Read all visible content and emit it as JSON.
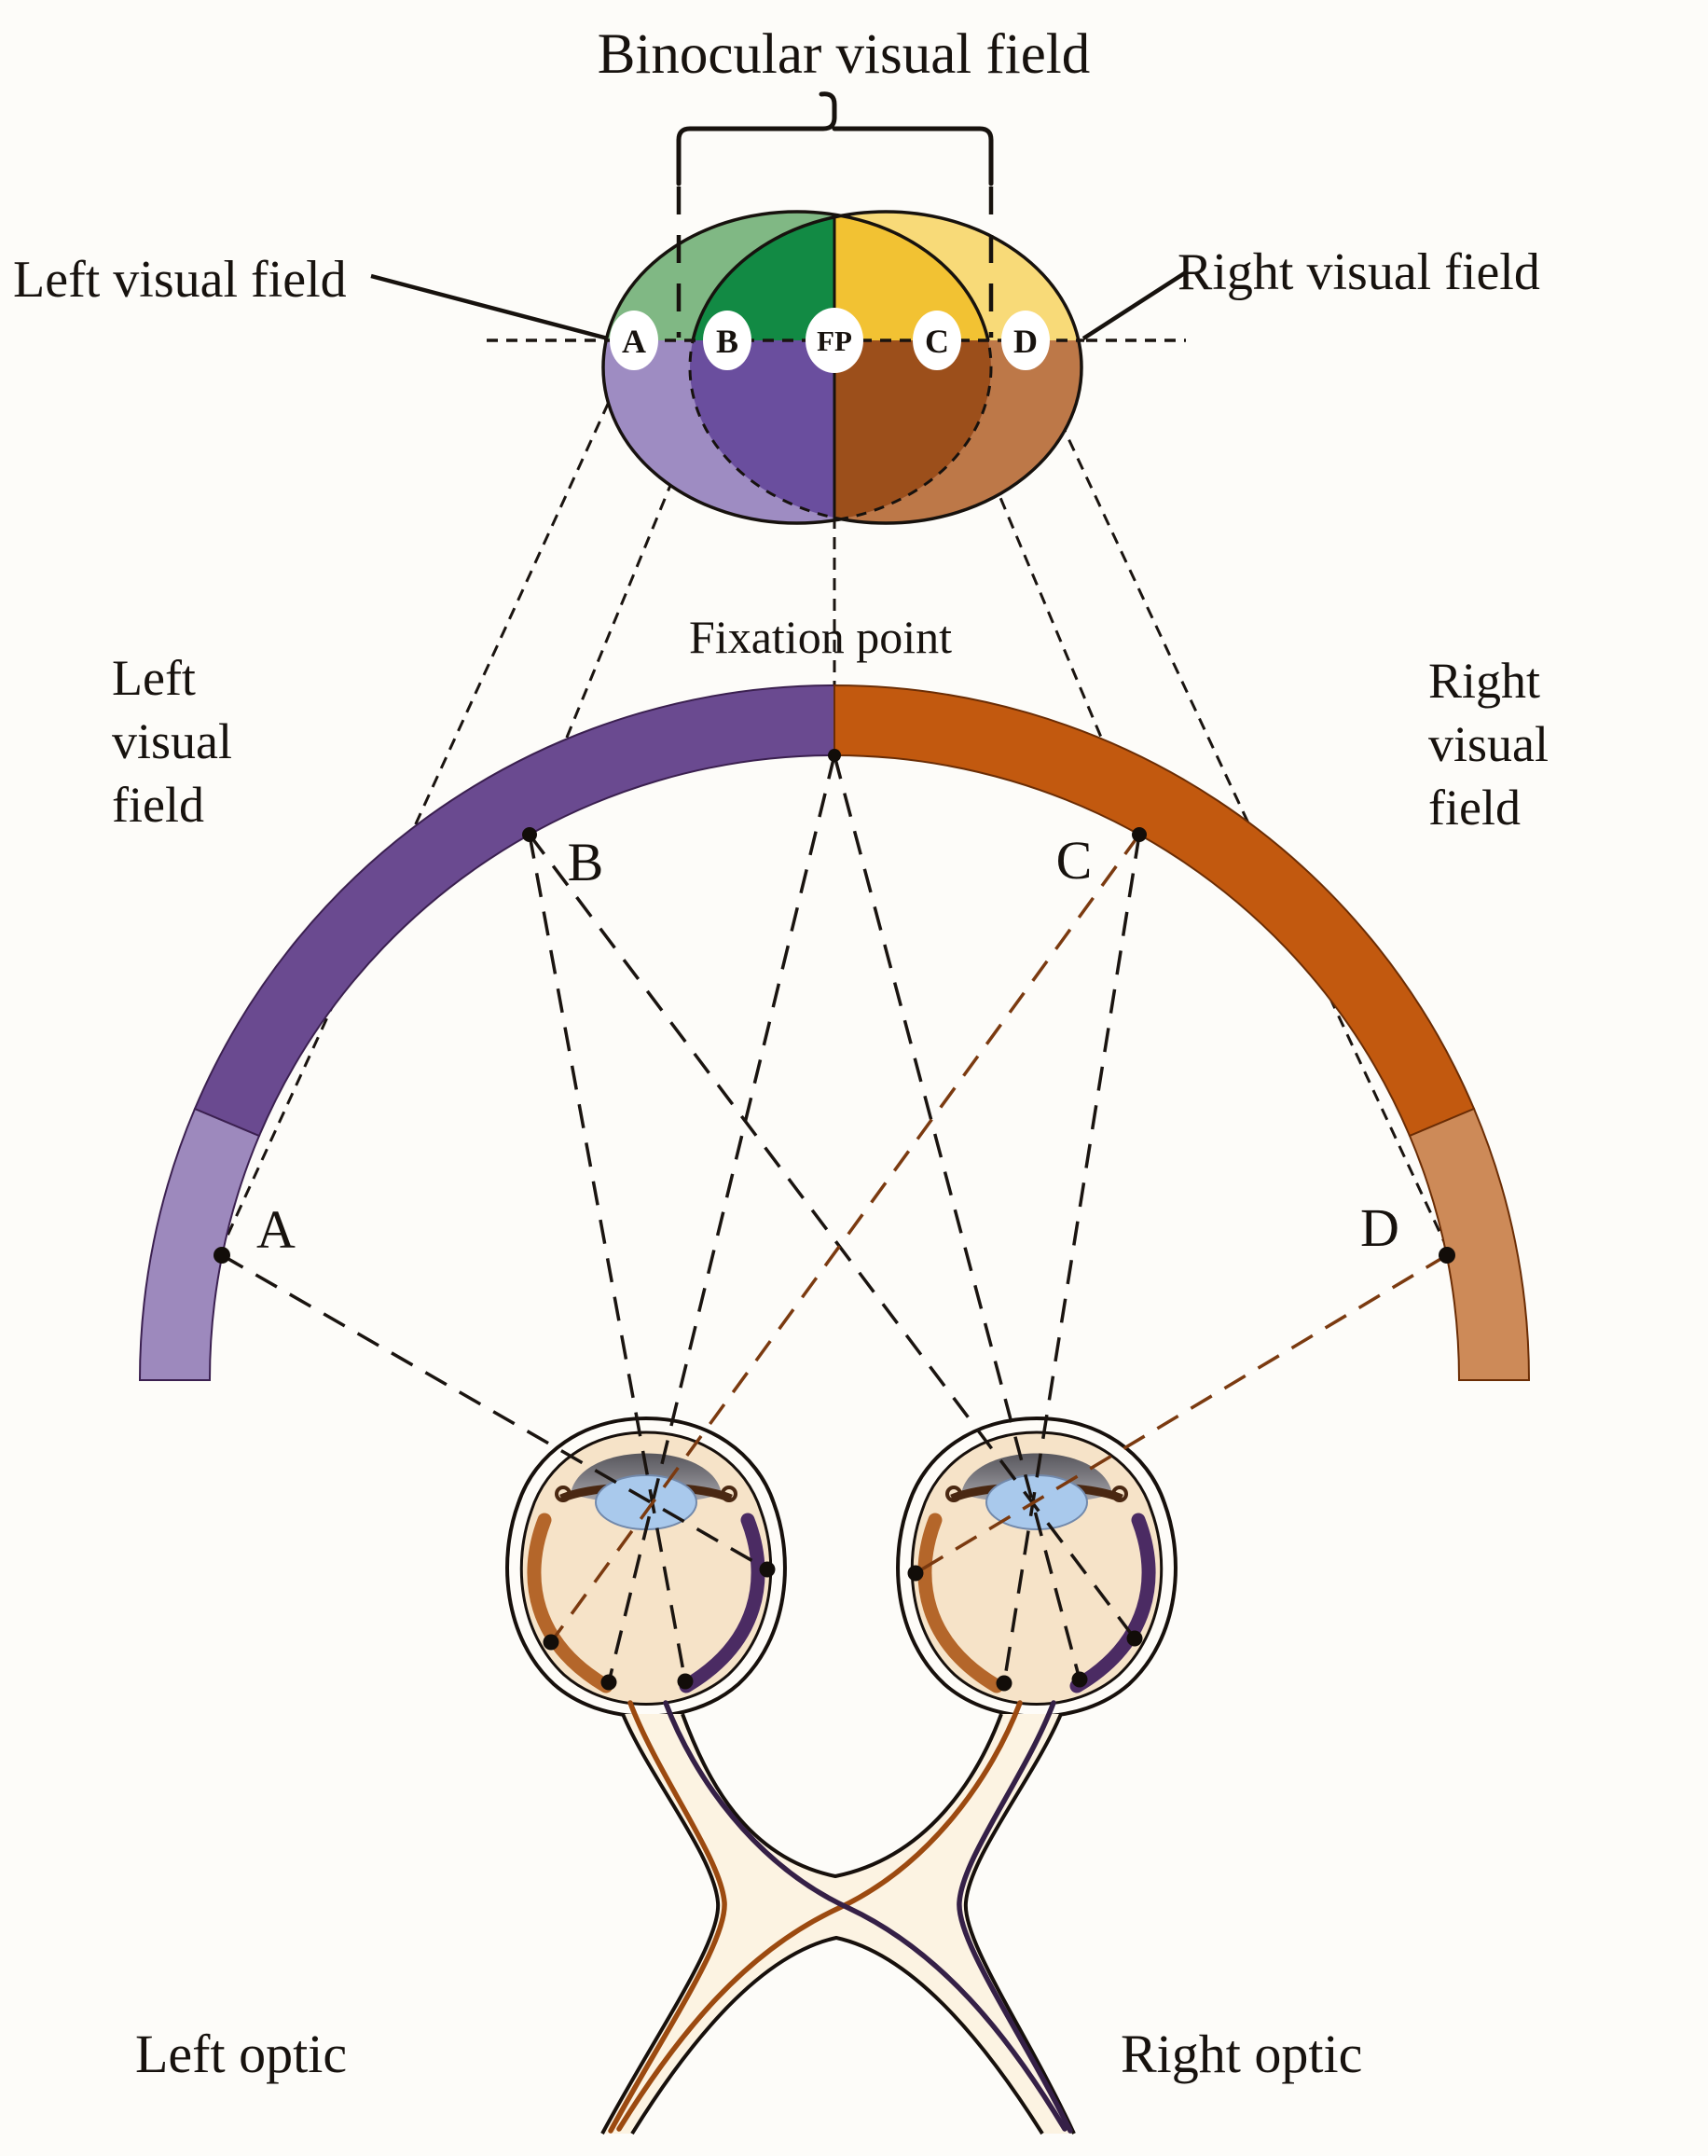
{
  "labels": {
    "title": "Binocular visual field",
    "left_visual_field": "Left visual field",
    "right_visual_field": "Right visual field",
    "fixation_point": "Fixation point",
    "side_left": [
      "Left",
      "visual",
      "field"
    ],
    "side_right": [
      "Right",
      "visual",
      "field"
    ],
    "left_optic": "Left optic",
    "right_optic": "Right optic"
  },
  "points": {
    "a": "A",
    "b": "B",
    "fp": "FP",
    "c": "C",
    "d": "D"
  },
  "colors": {
    "field_green_dark": "#128a44",
    "field_green_light": "#80b884",
    "field_gold_dark": "#f2c233",
    "field_gold_light": "#f8da78",
    "field_purple_dark": "#6a4e9e",
    "field_purple_light": "#9e8cc2",
    "field_brown_dark": "#9c4f1b",
    "field_brown_light": "#bd7848",
    "arc_purple_dark": "#6a4a90",
    "arc_purple_light": "#9d89bd",
    "arc_orange_dark": "#c2590f",
    "arc_orange_light": "#cd8a58",
    "ray_black": "#1a1410",
    "ray_brown": "#7b3a10",
    "eye_beige": "#f6e3c8",
    "lens_blue": "#a9c9ec",
    "retina_orange": "#b4662a",
    "retina_purple": "#4b2b63",
    "nerve_cream": "#fcf3e2",
    "fiber_orange": "#9c4a10",
    "fiber_purple": "#352047"
  }
}
